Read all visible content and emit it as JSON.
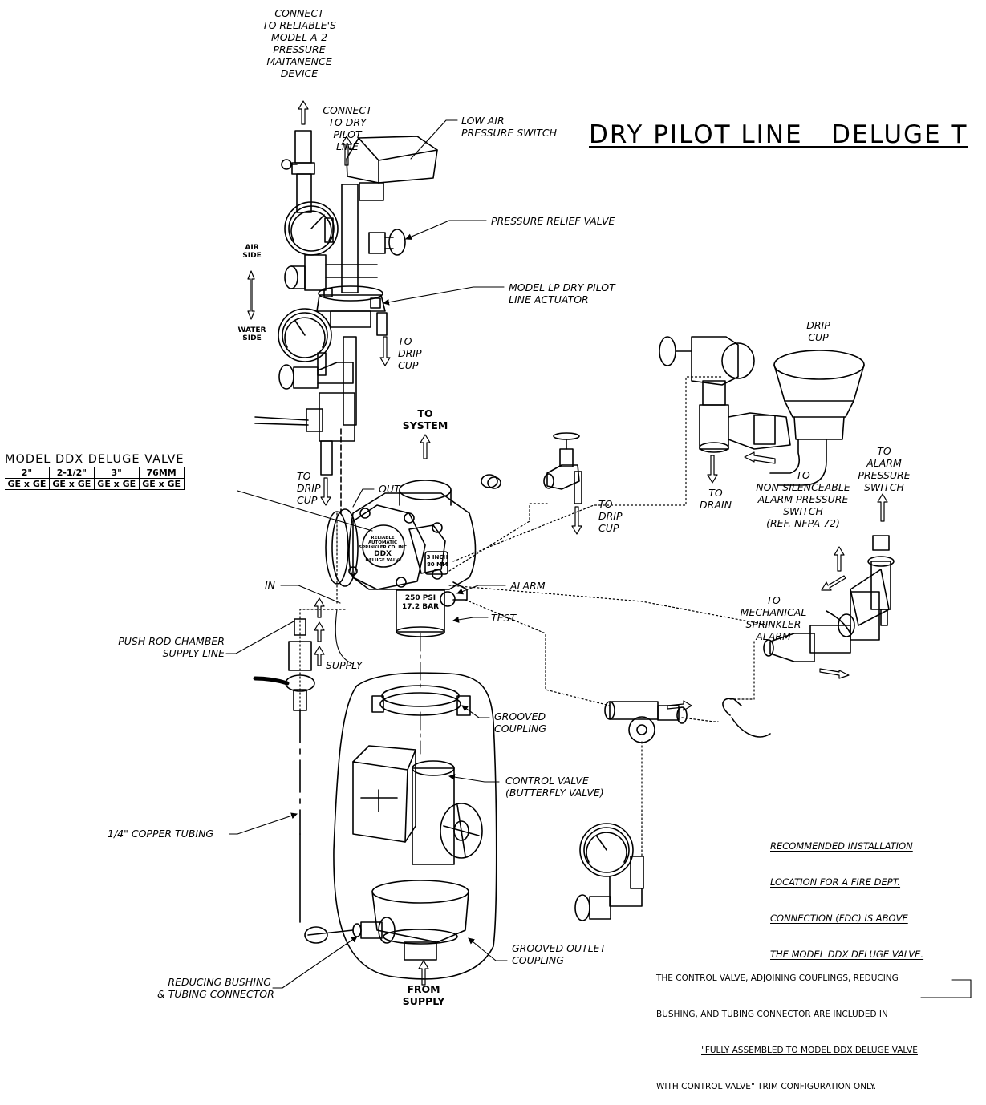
{
  "title": "DRY PILOT LINE   DELUGE T",
  "model_table": {
    "caption": "MODEL DDX DELUGE VALVE",
    "row1": [
      "2\"",
      "2-1/2\"",
      "3\"",
      "76MM"
    ],
    "row2": [
      "GE x GE",
      "GE x GE",
      "GE x GE",
      "GE x GE"
    ]
  },
  "labels": {
    "connect_a2": "CONNECT\nTO RELIABLE'S\nMODEL A-2\nPRESSURE\nMAITANENCE\nDEVICE",
    "connect_dry": "CONNECT\nTO DRY\nPILOT\nLINE",
    "low_air": "LOW AIR\nPRESSURE SWITCH",
    "relief": "PRESSURE RELIEF VALVE",
    "actuator": "MODEL LP DRY PILOT\nLINE ACTUATOR",
    "air_side": "AIR\nSIDE",
    "water_side": "WATER\nSIDE",
    "drip_cup_upper": "TO\nDRIP\nCUP",
    "to_system": "TO\nSYSTEM",
    "drip_cup_left": "TO\nDRIP\nCUP",
    "out": "OUT",
    "drip_cup_mid": "TO\nDRIP\nCUP",
    "drip_cup_right": "DRIP\nCUP",
    "to_drain": "TO\nDRAIN",
    "non_silenceable": "TO\nNON-SILENCEABLE\nALARM PRESSURE\nSWITCH\n(REF. NFPA 72)",
    "alarm_pressure": "TO\nALARM\nPRESSURE\nSWITCH",
    "mechanical": "TO\nMECHANICAL\nSPRINKLER\nALARM",
    "in": "IN",
    "alarm": "ALARM",
    "test": "TEST",
    "push_rod": "PUSH ROD CHAMBER\nSUPPLY LINE",
    "supply": "SUPPLY",
    "grooved_coupling": "GROOVED\nCOUPLING",
    "control_valve": "CONTROL VALVE\n(BUTTERFLY VALVE)",
    "copper": "1/4\" COPPER TUBING",
    "grooved_outlet": "GROOVED OUTLET\nCOUPLING",
    "reducing": "REDUCING BUSHING\n& TUBING CONNECTOR",
    "from_supply": "FROM\nSUPPLY",
    "valve_name_plate": "RELIABLE\nAUTOMATIC\nSPRINKLER CO. INC\nDDX\nDELUGE VALVE",
    "size_plate": "3 INCH\n80 MM",
    "pressure_plate": "250 PSI\n17.2 BAR"
  },
  "notes": {
    "fdc_lines": [
      "RECOMMENDED INSTALLATION",
      "LOCATION FOR A FIRE DEPT.",
      "CONNECTION (FDC) IS ABOVE",
      "THE MODEL DDX DELUGE VALVE."
    ],
    "control_valve_line1": "THE CONTROL VALVE, ADJOINING COUPLINGS, REDUCING",
    "control_valve_line2": "BUSHING, AND TUBING CONNECTOR ARE INCLUDED IN",
    "control_valve_line3": "\"FULLY ASSEMBLED TO MODEL DDX DELUGE VALVE",
    "control_valve_line4a": "WITH CONTROL VALVE\"",
    "control_valve_line4b": " TRIM CONFIGURATION ONLY."
  },
  "colors": {
    "ink": "#000000",
    "paper": "#ffffff"
  }
}
